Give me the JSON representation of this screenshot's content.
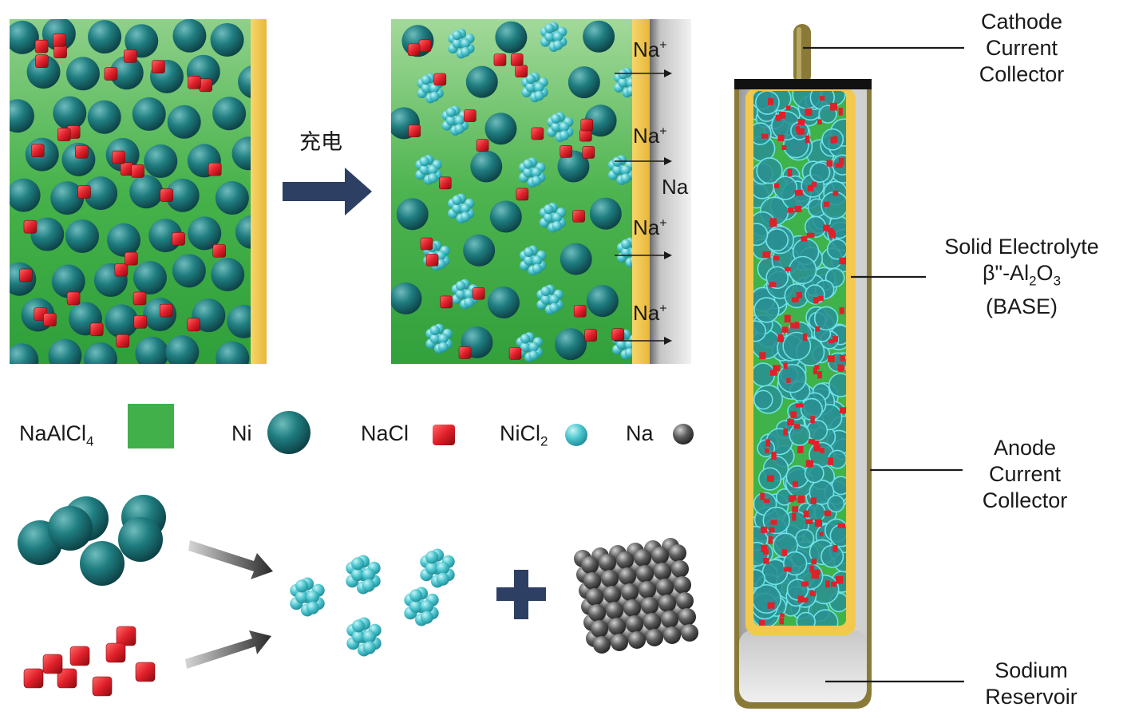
{
  "charge_label": "充电",
  "na_ion": {
    "base": "Na",
    "charge": "+"
  },
  "na_metal_label": "Na",
  "legend": {
    "naalcl4": {
      "base": "NaAlCl",
      "sub": "4"
    },
    "ni": "Ni",
    "nacl": "NaCl",
    "nicl2": {
      "base": "NiCl",
      "sub": "2"
    },
    "na": "Na"
  },
  "cell_labels": {
    "cathode_current_collector": [
      "Cathode",
      "Current",
      "Collector"
    ],
    "solid_electrolyte": {
      "line1": "Solid Electrolyte",
      "line2_pre": "β\"-Al",
      "line2_sub1": "2",
      "line2_mid": "O",
      "line2_sub2": "3",
      "line3": "(BASE)"
    },
    "anode_current_collector": [
      "Anode",
      "Current",
      "Collector"
    ],
    "sodium_reservoir": [
      "Sodium",
      "Reservoir"
    ]
  },
  "colors": {
    "electrolyte_green": "#3fb24a",
    "nickel_teal": "#1f7d80",
    "nacl_red": "#e0202a",
    "nicl2_cyan": "#5ad0d8",
    "sodium_grey": "#5a5a5a",
    "arrow_navy": "#2d3f63",
    "separator_yellow": "#f2c94c",
    "collector_bronze": "#8a7a38"
  }
}
